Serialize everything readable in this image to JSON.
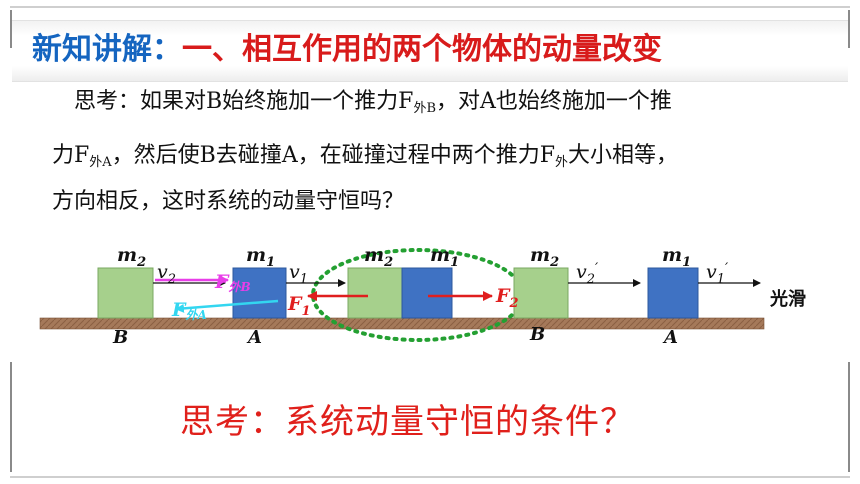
{
  "title": {
    "prefix": "新知讲解：",
    "main": "一、相互作用的两个物体的动量改变"
  },
  "paragraph": {
    "line1": {
      "a": "思考：如果对B始终施加一个推力F",
      "sub1": "外B",
      "b": "，对A也始终施加一个推"
    },
    "line2": {
      "a": "力F",
      "sub1": "外A",
      "b": "，然后使B去碰撞A，在碰撞过程中两个推力F",
      "sub2": "外",
      "c": "大小相等，"
    },
    "line3": "方向相反，这时系统的动量守恒吗？"
  },
  "diagram": {
    "colors": {
      "green_block": "#a6d08c",
      "blue_block": "#3f72c3",
      "ground": "#a5795a",
      "pink": "#e83ee8",
      "cyan": "#33d6f0",
      "red": "#e01e1e",
      "dotted": "#24a032"
    },
    "stage1": {
      "m2": {
        "m": "m",
        "sub": "2"
      },
      "m1": {
        "m": "m",
        "sub": "1"
      },
      "v2": {
        "v": "v",
        "sub": "2"
      },
      "v1": {
        "v": "v",
        "sub": "1"
      },
      "f_ext_b": {
        "f": "F",
        "sub": "外B"
      },
      "f_ext_a": {
        "f": "F",
        "sub": "外A"
      },
      "label_b": "B",
      "label_a": "A"
    },
    "stage2": {
      "m2": {
        "m": "m",
        "sub": "2"
      },
      "m1": {
        "m": "m",
        "sub": "1"
      },
      "f1": {
        "f": "F",
        "sub": "1"
      },
      "f2": {
        "f": "F",
        "sub": "2"
      }
    },
    "stage3": {
      "m2": {
        "m": "m",
        "sub": "2"
      },
      "m1": {
        "m": "m",
        "sub": "1"
      },
      "v2p": {
        "v": "v",
        "sub": "2",
        "prime": "′"
      },
      "v1p": {
        "v": "v",
        "sub": "1",
        "prime": "′"
      },
      "label_b": "B",
      "label_a": "A",
      "surface": "光滑"
    }
  },
  "question": "思考：系统动量守恒的条件？"
}
